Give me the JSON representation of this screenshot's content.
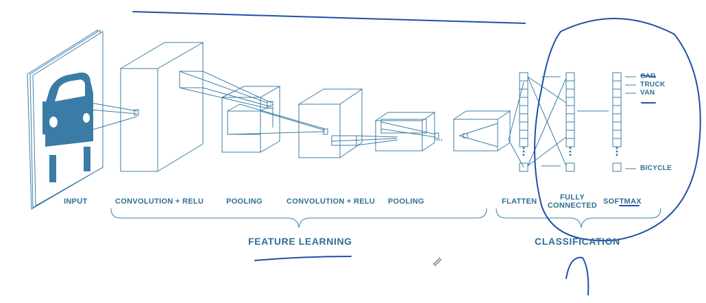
{
  "stages": {
    "input": "INPUT",
    "conv1": "CONVOLUTION + RELU",
    "pool1": "POOLING",
    "conv2": "CONVOLUTION + RELU",
    "pool2": "POOLING",
    "flatten": "FLATTEN",
    "fully_connected_line1": "FULLY",
    "fully_connected_line2": "CONNECTED",
    "softmax": "SOFTMAX"
  },
  "groups": {
    "feature_learning": "FEATURE LEARNING",
    "classification": "CLASSIFICATION"
  },
  "classes": [
    "CAR",
    "TRUCK",
    "VAN",
    "BICYCLE"
  ],
  "ellipsis": "...",
  "colors": {
    "diagram": "#3a7ca5",
    "text": "#2e6e93",
    "ink": "#1f4fa8"
  }
}
